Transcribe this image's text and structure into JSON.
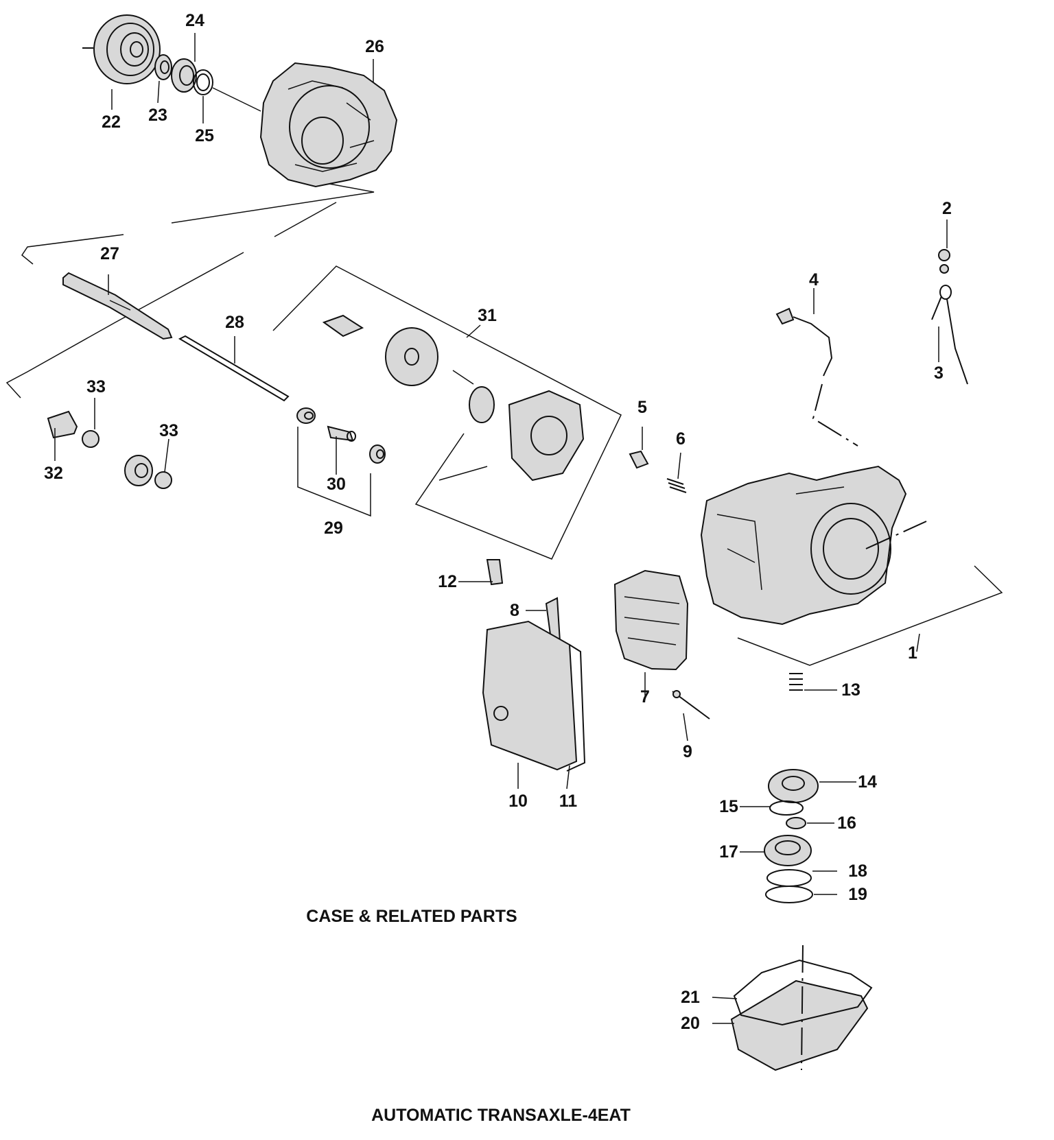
{
  "captions": {
    "section": "CASE & RELATED PARTS",
    "assembly": "AUTOMATIC TRANSAXLE-4EAT"
  },
  "callouts": {
    "c1": "1",
    "c2": "2",
    "c3": "3",
    "c4": "4",
    "c5": "5",
    "c6": "6",
    "c7": "7",
    "c8": "8",
    "c9": "9",
    "c10": "10",
    "c11": "11",
    "c12": "12",
    "c13": "13",
    "c14": "14",
    "c15": "15",
    "c16": "16",
    "c17": "17",
    "c18": "18",
    "c19": "19",
    "c20": "20",
    "c21": "21",
    "c22": "22",
    "c23": "23",
    "c24": "24",
    "c25": "25",
    "c26": "26",
    "c27": "27",
    "c28": "28",
    "c29": "29",
    "c30": "30",
    "c31": "31",
    "c32": "32",
    "c33a": "33",
    "c33b": "33"
  }
}
